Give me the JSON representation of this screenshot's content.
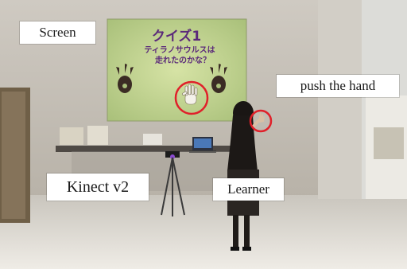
{
  "labels": {
    "screen": "Screen",
    "push_hand": "push the hand",
    "kinect": "Kinect v2",
    "learner": "Learner"
  },
  "projection": {
    "title": "クイズ1",
    "question_line1": "ティラノサウルスは",
    "question_line2": "走れたのかな？"
  },
  "colors": {
    "highlight_circle": "#e0202a",
    "label_background": "#ffffff",
    "screen_background": "#bcd389"
  },
  "icons": {
    "hand_on_screen": "hand-icon",
    "dinosaur_left": "dinosaur-footprint-icon",
    "dinosaur_right": "dinosaur-footprint-icon"
  }
}
